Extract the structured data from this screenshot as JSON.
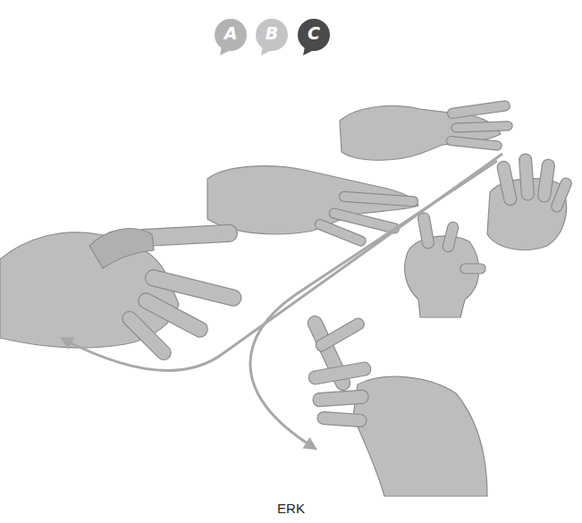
{
  "diagram": {
    "caption": "ERK",
    "nodes": [
      {
        "text": [
          "A"
        ]
      },
      {
        "text": [
          "B"
        ]
      },
      {
        "text": [
          "C"
        ]
      }
    ]
  }
}
